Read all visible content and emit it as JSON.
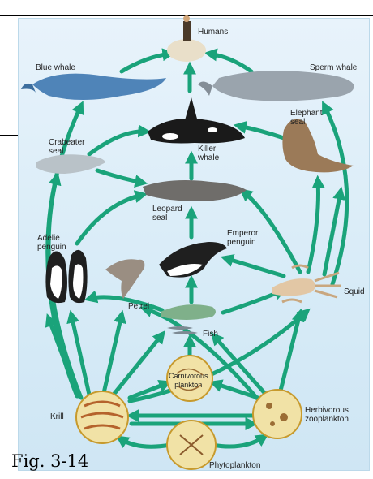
{
  "figure": {
    "caption": "Fig. 3-14",
    "arrow_color": "#1aa37a"
  },
  "organisms": {
    "humans": "Humans",
    "blue_whale": "Blue whale",
    "sperm_whale": "Sperm whale",
    "killer_whale": "Killer\nwhale",
    "elephant_seal": "Elephant\nseal",
    "crabeater_seal": "Crabeater\nseal",
    "leopard_seal": "Leopard\nseal",
    "emperor_penguin": "Emperor\npenguin",
    "adelie_penguin": "Adelie\npenguin",
    "petrel": "Petrel",
    "squid": "Squid",
    "fish": "Fish",
    "carnivorous_plankton": "Carnivorous\nplankton",
    "krill": "Krill",
    "herbivorous_zooplankton": "Herbivorous\nzooplankton",
    "phytoplankton": "Phytoplankton"
  }
}
